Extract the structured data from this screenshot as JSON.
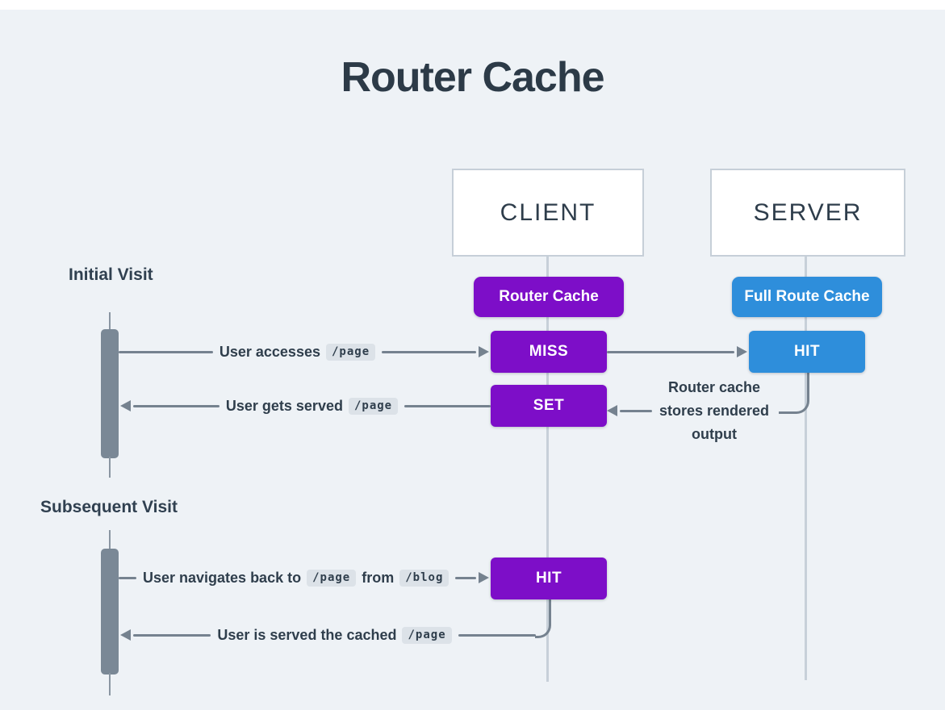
{
  "page": {
    "title": "Router Cache"
  },
  "columns": {
    "client": "CLIENT",
    "server": "SERVER"
  },
  "badges": {
    "router_cache": "Router Cache",
    "full_route_cache": "Full Route Cache"
  },
  "sections": {
    "initial": "Initial Visit",
    "subsequent": "Subsequent Visit"
  },
  "nodes": {
    "miss": "MISS",
    "hit_server": "HIT",
    "set": "SET",
    "hit_client": "HIT"
  },
  "messages": {
    "user_accesses": {
      "text": "User accesses",
      "chip": "/page"
    },
    "user_gets_served": {
      "text": "User gets served",
      "chip": "/page"
    },
    "user_navigates_back": {
      "text": "User navigates back to",
      "chip1": "/page",
      "mid": "from",
      "chip2": "/blog"
    },
    "user_served_cached": {
      "text": "User is served the cached",
      "chip": "/page"
    }
  },
  "annotations": {
    "router_cache_stores": {
      "line1": "Router cache",
      "line2": "stores rendered",
      "line3": "output"
    }
  },
  "colors": {
    "background": "#EEF2F6",
    "purple": "#7D0EC8",
    "blue": "#2E8EDB",
    "arrow_gray": "#75828F",
    "activation_bar": "#7A8896",
    "lifeline": "#C7D0D9",
    "dark_text": "#2F3E4C",
    "chip_background": "#DCE2E8"
  }
}
